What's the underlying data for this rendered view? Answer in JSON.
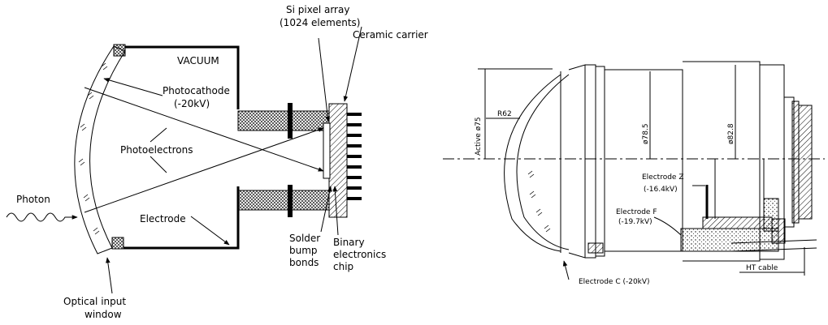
{
  "left": {
    "labels": {
      "vacuum": "VACUUM",
      "si_pixel_line1": "Si pixel array",
      "si_pixel_line2": "(1024 elements)",
      "ceramic": "Ceramic carrier",
      "photocathode_line1": "Photocathode",
      "photocathode_line2": "(-20kV)",
      "photoelectrons": "Photoelectrons",
      "photon": "Photon",
      "electrode": "Electrode",
      "solder_line1": "Solder",
      "solder_line2": "bump",
      "solder_line3": "bonds",
      "binary_line1": "Binary",
      "binary_line2": "electronics",
      "binary_line3": "chip",
      "optical_line1": "Optical input",
      "optical_line2": "window"
    }
  },
  "right": {
    "labels": {
      "active": "Active ø75",
      "r62": "R62",
      "d785": "ø78.5",
      "d828": "ø82.8",
      "electrode_z": "Electrode Z",
      "electrode_z_v": "(-16.4kV)",
      "electrode_f": "Electrode F",
      "electrode_f_v": "(-19.7kV)",
      "electrode_c": "Electrode C (-20kV)",
      "ht_cable": "HT cable"
    }
  }
}
